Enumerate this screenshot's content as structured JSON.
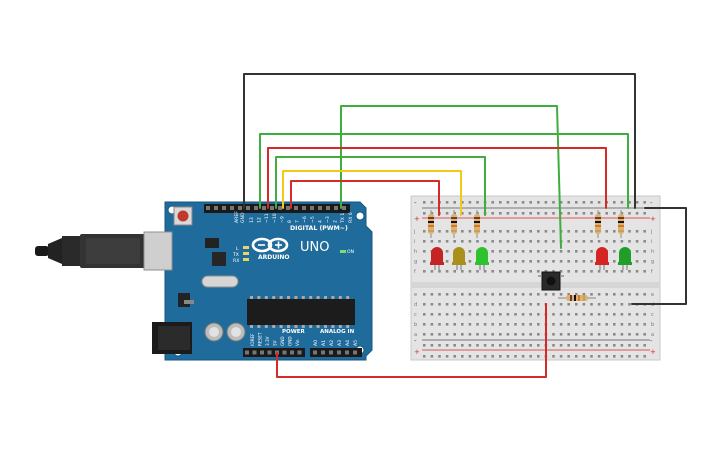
{
  "arduino": {
    "brand": "ARDUINO",
    "model": "UNO",
    "digital_label": "DIGITAL (PWM~)",
    "power_label": "POWER",
    "analog_label": "ANALOG IN",
    "on_label": "ON",
    "aref_label": "AREF",
    "gnd_label": "GND",
    "tx_label": "TX",
    "rx_label": "RX",
    "l_label": "L",
    "digital_pins": [
      "13",
      "12",
      "~11",
      "~10",
      "~9",
      "8",
      "7",
      "~6",
      "~5",
      "4",
      "~3",
      "2",
      "TX 1",
      "RX 0"
    ],
    "power_pins": [
      "IOREF",
      "RESET",
      "3.3V",
      "5V",
      "GND",
      "GND",
      "Vin"
    ],
    "analog_pins": [
      "A0",
      "A1",
      "A2",
      "A3",
      "A4",
      "A5"
    ]
  },
  "breadboard": {
    "row_letters_top": [
      "j",
      "i",
      "h",
      "g",
      "f"
    ],
    "row_letters_bottom": [
      "e",
      "d",
      "c",
      "b",
      "a"
    ],
    "rail_plus": "+",
    "rail_minus": "-"
  },
  "wire_colors": {
    "black": "#333333",
    "green": "#3fae3f",
    "red": "#d42a2a",
    "yellow": "#f2c81a"
  },
  "leds": [
    {
      "color": "red",
      "hex": "#c42424"
    },
    {
      "color": "yellow",
      "hex": "#a8901a"
    },
    {
      "color": "green",
      "hex": "#2ec22e"
    },
    {
      "color": "red",
      "hex": "#d42424"
    },
    {
      "color": "green",
      "hex": "#1f9f2a"
    }
  ]
}
